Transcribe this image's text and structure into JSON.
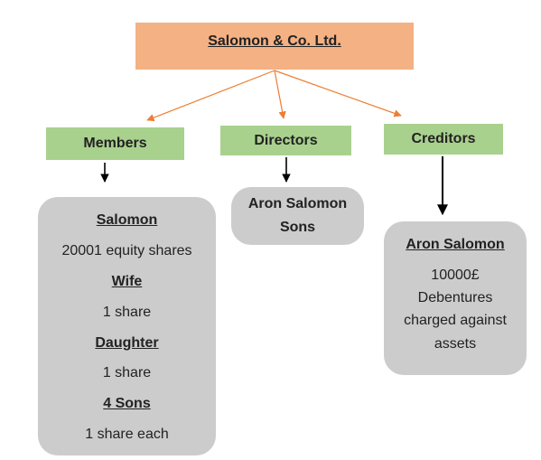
{
  "company": {
    "name": "Salomon & Co. Ltd."
  },
  "categories": {
    "members": "Members",
    "directors": "Directors",
    "creditors": "Creditors"
  },
  "members_detail": [
    {
      "name": "Salomon",
      "holding": "20001 equity shares"
    },
    {
      "name": "Wife",
      "holding": "1 share"
    },
    {
      "name": "Daughter",
      "holding": "1 share"
    },
    {
      "name": "4 Sons",
      "holding": "1 share each"
    }
  ],
  "directors_detail": {
    "line1": "Aron Salomon",
    "line2": "Sons"
  },
  "creditors_detail": {
    "name": "Aron Salomon",
    "line1": "10000£",
    "line2": "Debentures",
    "line3": "charged against",
    "line4": "assets"
  },
  "colors": {
    "root_fill": "#f4b183",
    "category_fill": "#a9d18e",
    "detail_fill": "#cccccc",
    "connector_orange": "#ed7d31",
    "connector_black": "#000000"
  }
}
